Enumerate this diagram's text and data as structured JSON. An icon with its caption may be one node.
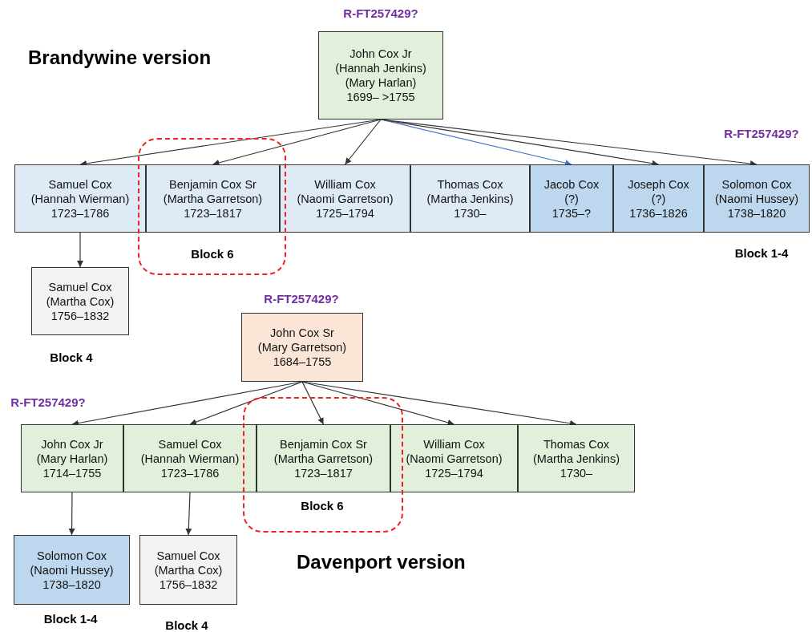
{
  "diagram": {
    "nodes": [
      {
        "text": [
          "John Cox Jr",
          "(Hannah Jenkins)",
          "(Mary Harlan)",
          "1699– >1755"
        ],
        "beside": [
          "R-FT257429?"
        ]
      },
      {
        "text": [
          "Samuel Cox",
          "(Hannah Wierman)",
          "1723–1786"
        ]
      },
      {
        "text": [
          "Benjamin Cox Sr",
          "(Martha Garretson)",
          "1723–1817"
        ],
        "beside": [
          "Block 6"
        ]
      },
      {
        "text": [
          "William Cox",
          "(Naomi Garretson)",
          "1725–1794"
        ]
      },
      {
        "text": [
          "Thomas Cox",
          "(Martha Jenkins)",
          "1730–"
        ]
      },
      {
        "text": [
          "Jacob Cox",
          "(?)",
          "1735–?"
        ]
      },
      {
        "text": [
          "Joseph Cox",
          "(?)",
          "1736–1826"
        ]
      },
      {
        "text": [
          "Solomon Cox",
          "(Naomi Hussey)",
          "1738–1820"
        ],
        "beside": [
          "R-FT257429?",
          "Block 1-4"
        ]
      },
      {
        "text": [
          "Samuel Cox",
          "(Martha Cox)",
          "1756–1832"
        ],
        "beside": [
          "Block 4"
        ]
      },
      {
        "text": [
          "John Cox Sr",
          "(Mary Garretson)",
          "1684–1755"
        ],
        "beside": [
          "R-FT257429?"
        ]
      },
      {
        "text": [
          "John Cox Jr",
          "(Mary Harlan)",
          "1714–1755"
        ],
        "beside": [
          "R-FT257429?"
        ]
      },
      {
        "text": [
          "Samuel Cox",
          "(Hannah Wierman)",
          "1723–1786"
        ]
      },
      {
        "text": [
          "Benjamin Cox Sr",
          "(Martha Garretson)",
          "1723–1817"
        ],
        "beside": [
          "Block 6"
        ]
      },
      {
        "text": [
          "William Cox",
          "(Naomi Garretson)",
          "1725–1794"
        ]
      },
      {
        "text": [
          "Thomas Cox",
          "(Martha Jenkins)",
          "1730–"
        ]
      },
      {
        "text": [
          "Solomon Cox",
          "(Naomi Hussey)",
          "1738–1820"
        ],
        "beside": [
          "Block 1-4"
        ]
      },
      {
        "text": [
          "Samuel Cox",
          "(Martha Cox)",
          "1756–1832"
        ],
        "beside": [
          "Block 4"
        ]
      }
    ],
    "edges": [
      {
        "from": 0,
        "to": 1,
        "arrow": "to"
      },
      {
        "from": 0,
        "to": 2,
        "arrow": "to"
      },
      {
        "from": 0,
        "to": 3,
        "arrow": "to"
      },
      {
        "from": 0,
        "to": 5,
        "arrow": "to",
        "color": "#4472c4"
      },
      {
        "from": 0,
        "to": 6,
        "arrow": "to"
      },
      {
        "from": 0,
        "to": 7,
        "arrow": "to"
      },
      {
        "from": 1,
        "to": 8,
        "arrow": "to"
      },
      {
        "from": 9,
        "to": 10,
        "arrow": "to"
      },
      {
        "from": 9,
        "to": 11,
        "arrow": "to"
      },
      {
        "from": 9,
        "to": 12,
        "arrow": "to"
      },
      {
        "from": 9,
        "to": 13,
        "arrow": "to"
      },
      {
        "from": 9,
        "to": 14,
        "arrow": "to"
      },
      {
        "from": 10,
        "to": 15,
        "arrow": "to"
      },
      {
        "from": 11,
        "to": 16,
        "arrow": "to"
      }
    ],
    "labels": [
      "Brandywine version",
      "Davenport version"
    ]
  }
}
